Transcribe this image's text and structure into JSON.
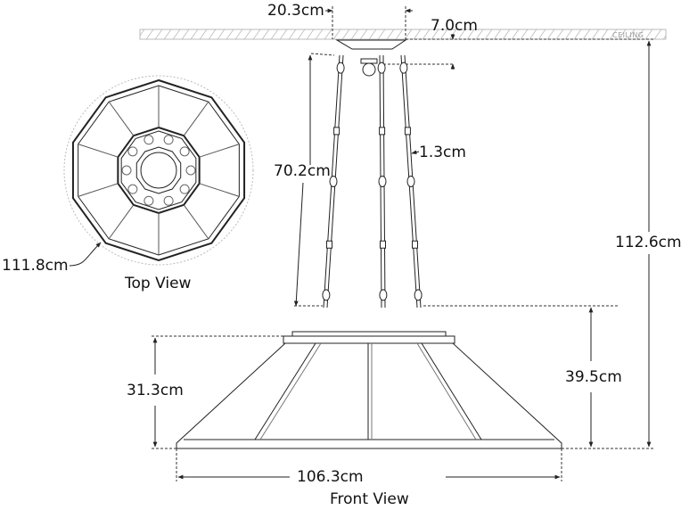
{
  "dimensions": {
    "canopy_width": "20.3cm",
    "canopy_height": "7.0cm",
    "chain_length": "70.2cm",
    "chain_diameter": "1.3cm",
    "overall_height": "112.6cm",
    "shade_height": "31.3cm",
    "shade_with_hooks_height": "39.5cm",
    "shade_width": "106.3cm",
    "top_diameter": "111.8cm"
  },
  "labels": {
    "ceiling": "CEILING",
    "top_view": "Top View",
    "front_view": "Front View"
  },
  "colors": {
    "line": "#222222",
    "dash": "#333333",
    "ceiling_hatch": "#aaaaaa"
  }
}
